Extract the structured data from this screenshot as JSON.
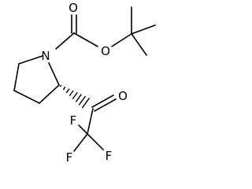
{
  "structure": {
    "type": "skeletal-formula",
    "atom_labels": {
      "nitrogen": "N",
      "ester_oxygen": "O",
      "carbonyl_oxygen_1": "O",
      "carbonyl_oxygen_2": "O",
      "fluorine_top": "F",
      "fluorine_left": "F",
      "fluorine_right": "F"
    },
    "stereocenter_bond": "hashed-wedge",
    "line_color": "#000000"
  }
}
